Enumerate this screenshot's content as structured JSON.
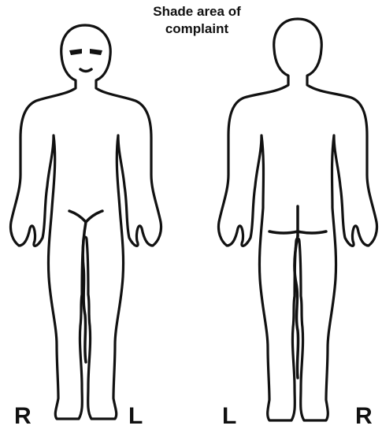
{
  "title_line1": "Shade area of",
  "title_line2": "complaint",
  "front_figure": {
    "right_label": "R",
    "left_label": "L"
  },
  "back_figure": {
    "left_label": "L",
    "right_label": "R"
  },
  "colors": {
    "ink": "#111111",
    "background": "#ffffff"
  }
}
